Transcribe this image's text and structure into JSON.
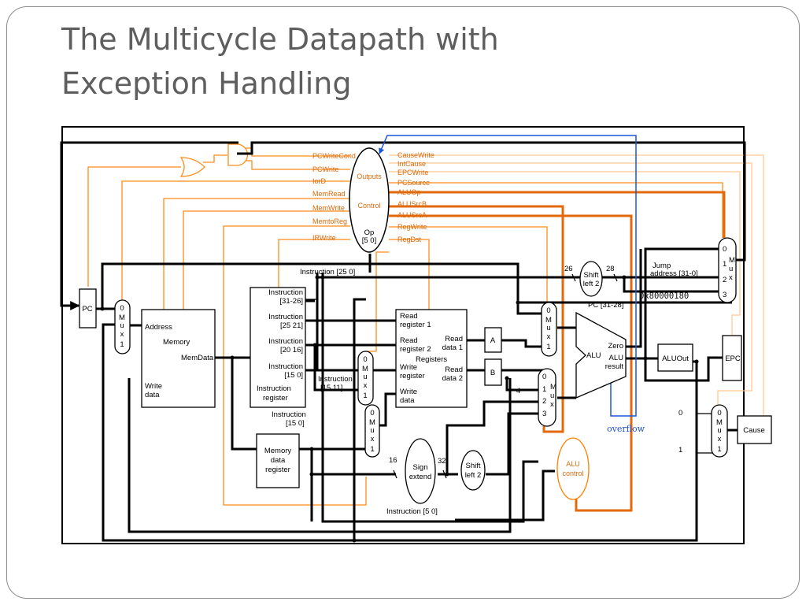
{
  "slide": {
    "title_line1": "The Multicycle Datapath with",
    "title_line2": "Exception Handling"
  },
  "control": {
    "outputs": "Outputs",
    "control": "Control",
    "op": "Op",
    "op_bits": "[5   0]",
    "left_signals": [
      "PCWriteCond",
      "PCWrite",
      "IorD",
      "MemRead",
      "MemWrite",
      "MemtoReg",
      "IRWrite"
    ],
    "right_signals": [
      "CauseWrite",
      "IntCause",
      "EPCWrite",
      "PCSource",
      "ALUOp",
      "ALUSrcB",
      "ALUSrcA",
      "RegWrite",
      "RegDst"
    ]
  },
  "blocks": {
    "pc": "PC",
    "memory": {
      "address": "Address",
      "memory": "Memory",
      "memdata": "MemData",
      "write": "Write",
      "data": "data"
    },
    "ir": {
      "f1": "Instruction",
      "f1b": "[31-26]",
      "f2": "Instruction",
      "f2b": "[25   21]",
      "f3": "Instruction",
      "f3b": "[20   16]",
      "f4": "Instruction",
      "f4b": "[15   0]",
      "name1": "Instruction",
      "name2": "register"
    },
    "mdr": {
      "l1": "Memory",
      "l2": "data",
      "l3": "register"
    },
    "regs": {
      "rr1a": "Read",
      "rr1b": "register 1",
      "rr2a": "Read",
      "rr2b": "register 2",
      "wra": "Write",
      "wrb": "register",
      "wda": "Write",
      "wdb": "data",
      "name": "Registers",
      "rd1a": "Read",
      "rd1b": "data 1",
      "rd2a": "Read",
      "rd2b": "data 2"
    },
    "a": "A",
    "b": "B",
    "alu": {
      "name": "ALU",
      "zero": "Zero",
      "resa": "ALU",
      "resb": "result"
    },
    "aluout": "ALUOut",
    "epc": "EPC",
    "cause": "Cause",
    "sign": {
      "a": "Sign",
      "b": "extend"
    },
    "shift": {
      "a": "Shift",
      "b": "left 2"
    },
    "aluctrl": {
      "a": "ALU",
      "b": "control"
    }
  },
  "labels": {
    "instr_25_0": "Instruction [25   0]",
    "instr_15_11_a": "Instruction",
    "instr_15_11_b": "[15   11]",
    "instr_15_0_a": "Instruction",
    "instr_15_0_b": "[15   0]",
    "instr_5_0": "Instruction [5   0]",
    "jump_a": "Jump",
    "jump_b": "address [31-0]",
    "pc_31_28": "PC [31-28]",
    "bits_26": "26",
    "bits_28": "28",
    "bits_16": "16",
    "bits_32": "32",
    "four": "4",
    "zero_in": "0",
    "one_in": "1",
    "exception_addr": "0x80000180",
    "overflow": "overflow"
  },
  "mux": {
    "m": "M",
    "u": "u",
    "x": "x",
    "in0": "0",
    "in1": "1",
    "in2": "2",
    "in3": "3"
  },
  "colors": {
    "control_line": "#ff8c1a",
    "control_bus": "#e3690c",
    "exception_control": "#ffc891",
    "overflow_line": "#1a56d6",
    "datapath": "#000000",
    "title": "#5e5e5e"
  }
}
